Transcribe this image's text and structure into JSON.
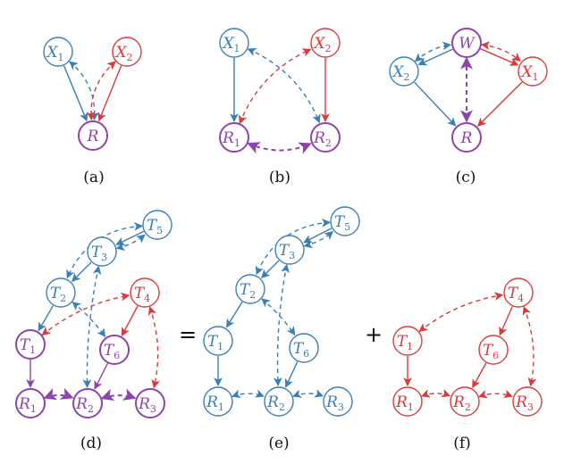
{
  "colors": {
    "blue": "#3a7fb5",
    "red": "#d93a3a",
    "purple": "#8e44ad"
  },
  "panels": {
    "a": {
      "caption": "(a)",
      "nodes": [
        {
          "id": "a_X1",
          "base": "X",
          "sub": "1",
          "color": "blue"
        },
        {
          "id": "a_X2",
          "base": "X",
          "sub": "2",
          "color": "red"
        },
        {
          "id": "a_R",
          "base": "R",
          "sub": "",
          "color": "purple"
        }
      ]
    },
    "b": {
      "caption": "(b)",
      "nodes": [
        {
          "id": "b_X1",
          "base": "X",
          "sub": "1",
          "color": "blue"
        },
        {
          "id": "b_X2",
          "base": "X",
          "sub": "2",
          "color": "red"
        },
        {
          "id": "b_R1",
          "base": "R",
          "sub": "1",
          "color": "purple"
        },
        {
          "id": "b_R2",
          "base": "R",
          "sub": "2",
          "color": "purple"
        }
      ]
    },
    "c": {
      "caption": "(c)",
      "nodes": [
        {
          "id": "c_W",
          "base": "W",
          "sub": "",
          "color": "purple"
        },
        {
          "id": "c_X2",
          "base": "X",
          "sub": "2",
          "color": "blue"
        },
        {
          "id": "c_X1",
          "base": "X",
          "sub": "1",
          "color": "red"
        },
        {
          "id": "c_R",
          "base": "R",
          "sub": "",
          "color": "purple"
        }
      ]
    },
    "d": {
      "caption": "(d)",
      "nodes": [
        {
          "id": "d_T5",
          "base": "T",
          "sub": "5",
          "color": "blue"
        },
        {
          "id": "d_T3",
          "base": "T",
          "sub": "3",
          "color": "blue"
        },
        {
          "id": "d_T2",
          "base": "T",
          "sub": "2",
          "color": "blue"
        },
        {
          "id": "d_T4",
          "base": "T",
          "sub": "4",
          "color": "red"
        },
        {
          "id": "d_T1",
          "base": "T",
          "sub": "1",
          "color": "purple"
        },
        {
          "id": "d_T6",
          "base": "T",
          "sub": "6",
          "color": "purple"
        },
        {
          "id": "d_R1",
          "base": "R",
          "sub": "1",
          "color": "purple"
        },
        {
          "id": "d_R2",
          "base": "R",
          "sub": "2",
          "color": "purple"
        },
        {
          "id": "d_R3",
          "base": "R",
          "sub": "3",
          "color": "purple"
        }
      ]
    },
    "e": {
      "caption": "(e)",
      "nodes": [
        {
          "id": "e_T5",
          "base": "T",
          "sub": "5",
          "color": "blue"
        },
        {
          "id": "e_T3",
          "base": "T",
          "sub": "3",
          "color": "blue"
        },
        {
          "id": "e_T2",
          "base": "T",
          "sub": "2",
          "color": "blue"
        },
        {
          "id": "e_T1",
          "base": "T",
          "sub": "1",
          "color": "blue"
        },
        {
          "id": "e_T6",
          "base": "T",
          "sub": "6",
          "color": "blue"
        },
        {
          "id": "e_R1",
          "base": "R",
          "sub": "1",
          "color": "blue"
        },
        {
          "id": "e_R2",
          "base": "R",
          "sub": "2",
          "color": "blue"
        },
        {
          "id": "e_R3",
          "base": "R",
          "sub": "3",
          "color": "blue"
        }
      ]
    },
    "f": {
      "caption": "(f)",
      "nodes": [
        {
          "id": "f_T4",
          "base": "T",
          "sub": "4",
          "color": "red"
        },
        {
          "id": "f_T1",
          "base": "T",
          "sub": "1",
          "color": "red"
        },
        {
          "id": "f_T6",
          "base": "T",
          "sub": "6",
          "color": "red"
        },
        {
          "id": "f_R1",
          "base": "R",
          "sub": "1",
          "color": "red"
        },
        {
          "id": "f_R2",
          "base": "R",
          "sub": "2",
          "color": "red"
        },
        {
          "id": "f_R3",
          "base": "R",
          "sub": "3",
          "color": "red"
        }
      ]
    }
  },
  "operators": {
    "equals": "=",
    "plus": "+"
  },
  "edges": [
    {
      "from": "a_X1",
      "to": "a_R",
      "kind": "directed",
      "color": "blue"
    },
    {
      "from": "a_X2",
      "to": "a_R",
      "kind": "directed",
      "color": "red"
    },
    {
      "from": "a_X1",
      "to": "a_R",
      "kind": "bidirected",
      "color": "blue"
    },
    {
      "from": "a_X2",
      "to": "a_R",
      "kind": "bidirected",
      "color": "red"
    },
    {
      "from": "b_X1",
      "to": "b_R1",
      "kind": "directed",
      "color": "blue"
    },
    {
      "from": "b_X2",
      "to": "b_R2",
      "kind": "directed",
      "color": "red"
    },
    {
      "from": "b_X1",
      "to": "b_R2",
      "kind": "bidirected",
      "color": "blue"
    },
    {
      "from": "b_R1",
      "to": "b_X2",
      "kind": "bidirected",
      "color": "red"
    },
    {
      "from": "b_R1",
      "to": "b_R2",
      "kind": "bidirected",
      "color": "purple"
    },
    {
      "from": "c_W",
      "to": "c_X2",
      "kind": "directed",
      "color": "blue"
    },
    {
      "from": "c_X2",
      "to": "c_W",
      "kind": "bidirected",
      "color": "blue"
    },
    {
      "from": "c_W",
      "to": "c_X1",
      "kind": "directed",
      "color": "red"
    },
    {
      "from": "c_W",
      "to": "c_X1",
      "kind": "bidirected",
      "color": "red"
    },
    {
      "from": "c_X2",
      "to": "c_R",
      "kind": "directed",
      "color": "blue"
    },
    {
      "from": "c_X1",
      "to": "c_R",
      "kind": "directed",
      "color": "red"
    },
    {
      "from": "c_W",
      "to": "c_R",
      "kind": "bidirected",
      "color": "purple"
    },
    {
      "from": "d_T5",
      "to": "d_T3",
      "kind": "directed",
      "color": "blue"
    },
    {
      "from": "d_T3",
      "to": "d_T5",
      "kind": "bidirected",
      "color": "blue"
    },
    {
      "from": "d_T3",
      "to": "d_T2",
      "kind": "directed",
      "color": "blue"
    },
    {
      "from": "d_T5",
      "to": "d_T2",
      "kind": "bidirected",
      "color": "blue"
    },
    {
      "from": "d_T2",
      "to": "d_T1",
      "kind": "directed",
      "color": "blue"
    },
    {
      "from": "d_T3",
      "to": "d_R2",
      "kind": "bidirected",
      "color": "blue"
    },
    {
      "from": "d_T2",
      "to": "d_T6",
      "kind": "bidirected",
      "color": "blue"
    },
    {
      "from": "d_T4",
      "to": "d_T6",
      "kind": "directed",
      "color": "red"
    },
    {
      "from": "d_T1",
      "to": "d_T4",
      "kind": "bidirected",
      "color": "red"
    },
    {
      "from": "d_T4",
      "to": "d_R3",
      "kind": "bidirected",
      "color": "red"
    },
    {
      "from": "d_T1",
      "to": "d_R1",
      "kind": "directed",
      "color": "purple"
    },
    {
      "from": "d_T6",
      "to": "d_R2",
      "kind": "directed",
      "color": "purple"
    },
    {
      "from": "d_R1",
      "to": "d_R2",
      "kind": "bidirected",
      "color": "purple"
    },
    {
      "from": "d_R2",
      "to": "d_R3",
      "kind": "bidirected",
      "color": "purple"
    },
    {
      "from": "e_T5",
      "to": "e_T3",
      "kind": "directed",
      "color": "blue"
    },
    {
      "from": "e_T3",
      "to": "e_T5",
      "kind": "bidirected",
      "color": "blue"
    },
    {
      "from": "e_T3",
      "to": "e_T2",
      "kind": "directed",
      "color": "blue"
    },
    {
      "from": "e_T5",
      "to": "e_T2",
      "kind": "bidirected",
      "color": "blue"
    },
    {
      "from": "e_T2",
      "to": "e_T1",
      "kind": "directed",
      "color": "blue"
    },
    {
      "from": "e_T2",
      "to": "e_T6",
      "kind": "bidirected",
      "color": "blue"
    },
    {
      "from": "e_T3",
      "to": "e_R2",
      "kind": "bidirected",
      "color": "blue"
    },
    {
      "from": "e_T1",
      "to": "e_R1",
      "kind": "directed",
      "color": "blue"
    },
    {
      "from": "e_T6",
      "to": "e_R2",
      "kind": "directed",
      "color": "blue"
    },
    {
      "from": "e_R1",
      "to": "e_R2",
      "kind": "bidirected",
      "color": "blue"
    },
    {
      "from": "e_R2",
      "to": "e_R3",
      "kind": "bidirected",
      "color": "blue"
    },
    {
      "from": "f_T1",
      "to": "f_T4",
      "kind": "bidirected",
      "color": "red"
    },
    {
      "from": "f_T4",
      "to": "f_T6",
      "kind": "directed",
      "color": "red"
    },
    {
      "from": "f_T4",
      "to": "f_R3",
      "kind": "bidirected",
      "color": "red"
    },
    {
      "from": "f_T1",
      "to": "f_R1",
      "kind": "directed",
      "color": "red"
    },
    {
      "from": "f_T6",
      "to": "f_R2",
      "kind": "directed",
      "color": "red"
    },
    {
      "from": "f_R1",
      "to": "f_R2",
      "kind": "bidirected",
      "color": "red"
    },
    {
      "from": "f_R2",
      "to": "f_R3",
      "kind": "bidirected",
      "color": "red"
    }
  ]
}
